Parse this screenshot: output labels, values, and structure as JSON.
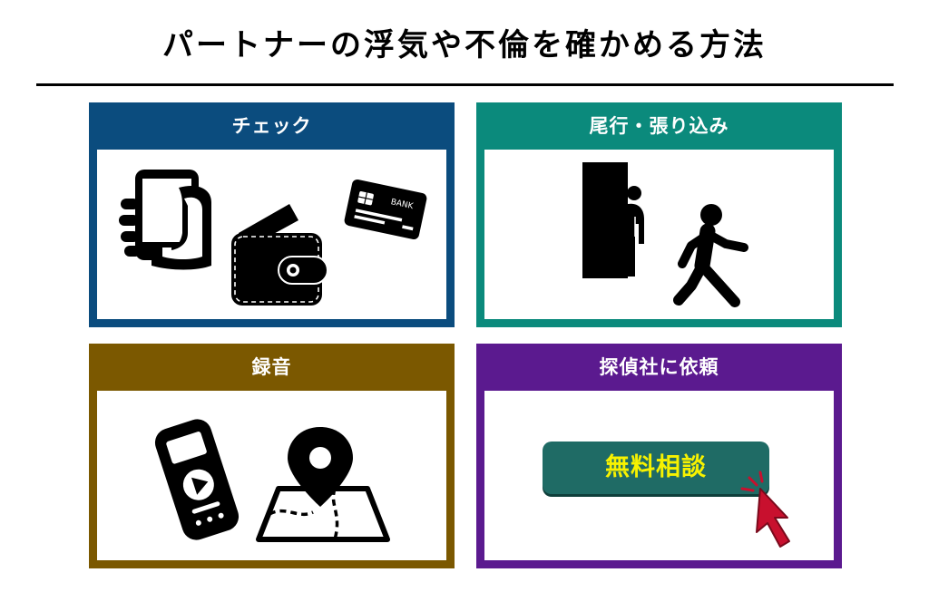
{
  "title": "パートナーの浮気や不倫を確かめる方法",
  "colors": {
    "check": "#0b4c7e",
    "tail": "#0b8a7c",
    "recording": "#7b5800",
    "agency": "#5b1a8f",
    "cta_bg": "#1f6b65",
    "cta_text": "#f7f200",
    "cursor": "#c8102e"
  },
  "panels": {
    "check": {
      "label": "チェック",
      "icons": [
        "smartphone-in-hand-icon",
        "wallet-icon",
        "bank-card-icon"
      ],
      "card_text": "BANK"
    },
    "tail": {
      "label": "尾行・張り込み",
      "icons": [
        "person-hiding-behind-wall-icon",
        "walking-person-icon"
      ]
    },
    "recording": {
      "label": "録音",
      "icons": [
        "voice-recorder-icon",
        "map-pin-icon"
      ]
    },
    "agency": {
      "label": "探偵社に依頼",
      "cta_label": "無料相談",
      "icons": [
        "cursor-arrow-icon"
      ]
    }
  }
}
